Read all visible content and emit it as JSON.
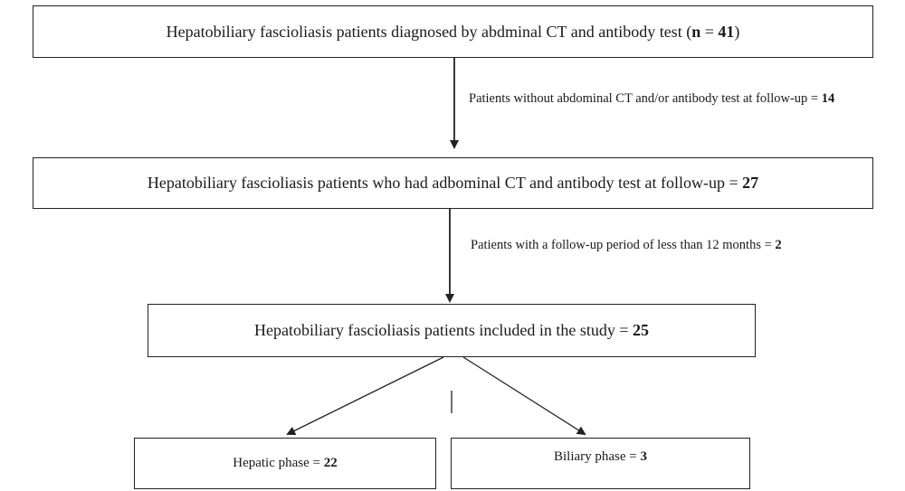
{
  "boxes": {
    "diagnosed": {
      "text": "Hepatobiliary fascioliasis patients diagnosed by abdminal CT and antibody test (",
      "n_label": "n",
      "equals": " = ",
      "count": "41",
      "close": ")"
    },
    "followup": {
      "text": "Hepatobiliary fascioliasis patients who had adbominal CT and antibody test at follow-up = ",
      "count": "27"
    },
    "included": {
      "text": "Hepatobiliary fascioliasis patients included in the study = ",
      "count": "25"
    },
    "hepatic": {
      "text": "Hepatic phase = ",
      "count": "22"
    },
    "biliary": {
      "text": "Biliary phase = ",
      "count": "3"
    }
  },
  "notes": {
    "excluded_no_ct": {
      "text": "Patients without abdominal CT and/or antibody test at follow-up = ",
      "count": "14"
    },
    "excluded_short_followup": {
      "text": "Patients with a follow-up period of less than 12 months = ",
      "count": "2"
    }
  }
}
